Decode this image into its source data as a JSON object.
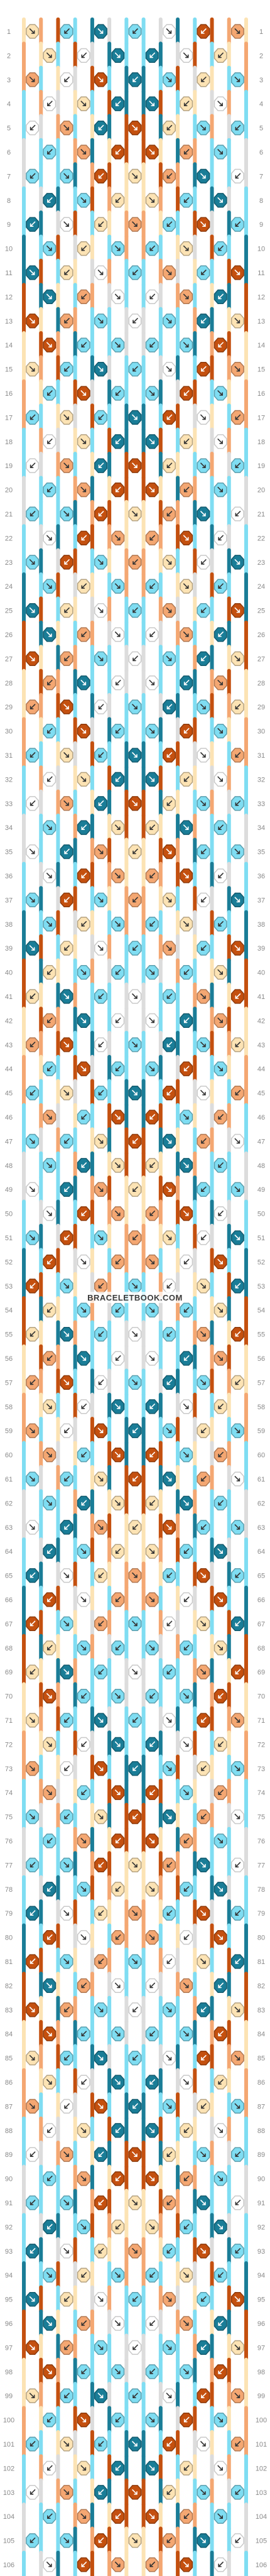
{
  "pattern": {
    "rows": 106,
    "strings": 14,
    "row_labels": [
      "1",
      "2",
      "3",
      "4",
      "5",
      "6",
      "7",
      "8",
      "9",
      "10",
      "11",
      "12",
      "13",
      "14",
      "15",
      "16",
      "17",
      "18",
      "19",
      "20",
      "21",
      "22",
      "23",
      "24",
      "25",
      "26",
      "27",
      "28",
      "29",
      "30",
      "31",
      "32",
      "33",
      "34",
      "35",
      "36",
      "37",
      "38",
      "39",
      "40",
      "41",
      "42",
      "43",
      "44",
      "45",
      "46",
      "47",
      "48",
      "49",
      "50",
      "51",
      "52",
      "53",
      "54",
      "55",
      "56",
      "57",
      "58",
      "59",
      "60",
      "61",
      "62",
      "63",
      "64",
      "65",
      "66",
      "67",
      "68",
      "69",
      "70",
      "71",
      "72",
      "73",
      "74",
      "75",
      "76",
      "77",
      "78",
      "79",
      "80",
      "81",
      "82",
      "83",
      "84",
      "85",
      "86",
      "87",
      "88",
      "89",
      "90",
      "91",
      "92",
      "93",
      "94",
      "95",
      "96",
      "97",
      "98",
      "99",
      "100",
      "101",
      "102",
      "103",
      "104",
      "105",
      "106"
    ],
    "colors": {
      "cream": "#FCE3B4",
      "peach": "#F4A772",
      "rust": "#C4500F",
      "sky": "#7FDDF2",
      "teal": "#1A7D97",
      "white": "#FFFFFF"
    },
    "string_colors": [
      "cream",
      "peach",
      "rust",
      "sky",
      "teal",
      "white",
      "sky",
      "sky",
      "white",
      "teal",
      "sky",
      "rust",
      "peach",
      "cream"
    ]
  },
  "watermark": {
    "text": "BRACELETBOOK.COM"
  }
}
